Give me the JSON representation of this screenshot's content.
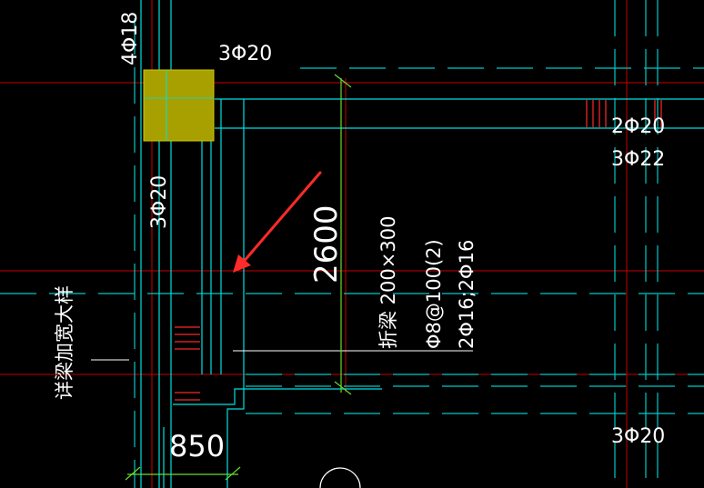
{
  "canvas_bg": "#000000",
  "colors": {
    "axis_red": "#c80000",
    "dash_cyan": "#00c8c8",
    "beam_cyan": "#00e0e0",
    "column_fill": "#a8a000",
    "dim_green": "#66dd33",
    "arrow_red": "#ff2a2a",
    "text_white": "#ffffff",
    "hatch_red": "#d02020"
  },
  "labels": {
    "col_rebar_left_vertical": "4Φ18",
    "top_rebar": "3Φ20",
    "left_rebar_vertical": "3Φ20",
    "right_rebar_upper": "2Φ20",
    "right_rebar_lower": "3Φ22",
    "right_rebar_bottom": "3Φ20",
    "dim_vertical": "2600",
    "dim_bottom": "850",
    "beam_line1": "折梁 200×300",
    "beam_line2": "Φ8@100(2)",
    "beam_line3": "2Φ16;2Φ16",
    "note_vertical": "详梁加宽大样"
  },
  "icons": {
    "leader_arrow": "red-arrow-icon"
  }
}
